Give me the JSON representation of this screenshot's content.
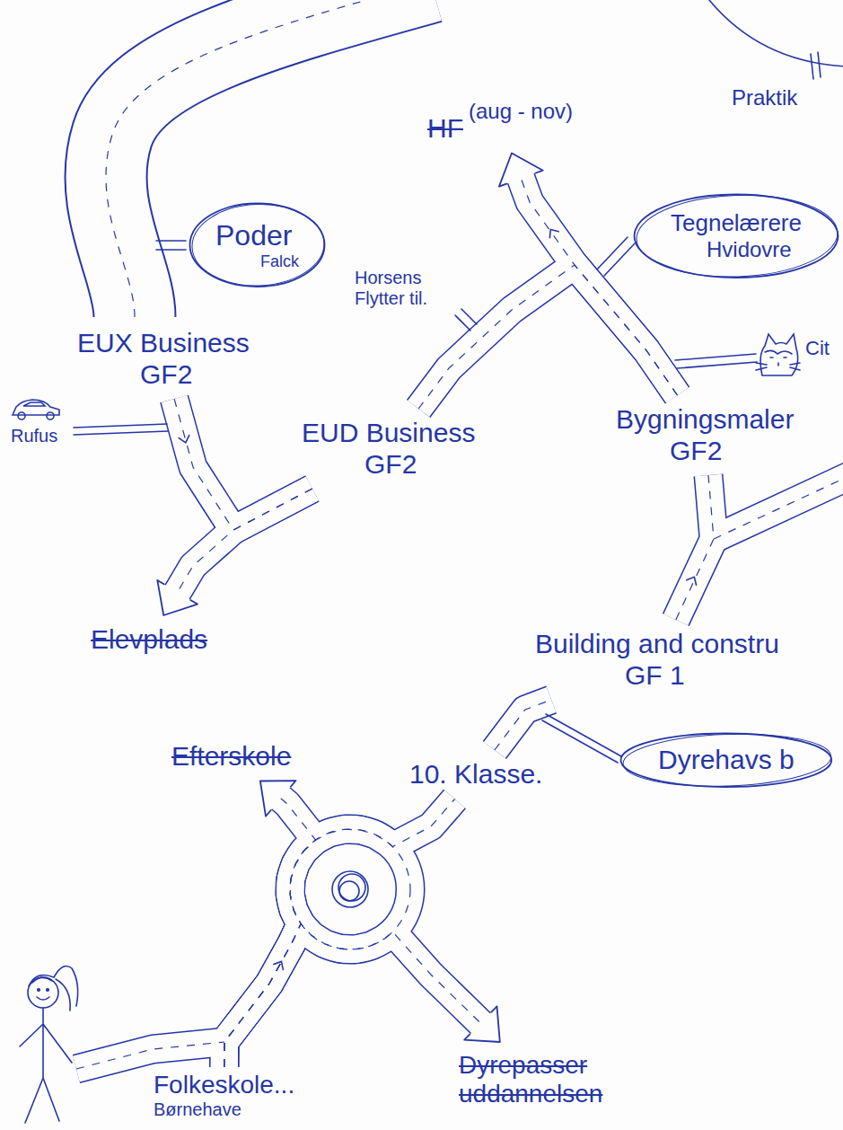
{
  "diagram": {
    "nodes": [
      {
        "text": [
          "HF",
          "(aug - nov)"
        ]
      },
      {
        "text": [
          "Tegnelærere",
          "Hvidovre"
        ]
      },
      {
        "text": [
          "Poder",
          "Falck"
        ]
      },
      {
        "text": [
          "EUX Business",
          "GF2"
        ]
      },
      {
        "text": [
          "EUD Business",
          "GF2"
        ]
      },
      {
        "text": [
          "Bygningsmaler",
          "GF2"
        ]
      },
      {
        "text": [
          "Elevplads"
        ]
      },
      {
        "text": [
          "Building and constru",
          "GF 1"
        ]
      },
      {
        "text": [
          "Efterskole"
        ]
      },
      {
        "text": [
          "10. Klasse."
        ]
      },
      {
        "text": [
          "Dyrehavs b"
        ]
      },
      {
        "text": [
          "Folkeskole...",
          "Børnehave"
        ]
      },
      {
        "text": [
          "Dyrepasser uddannelsen"
        ]
      }
    ],
    "edges": [
      {
        "from": 11,
        "to": 8,
        "arrow": "to"
      },
      {
        "from": 11,
        "to": 9,
        "arrow": "none"
      },
      {
        "from": 11,
        "to": 12,
        "arrow": "to"
      },
      {
        "from": 9,
        "to": 7,
        "arrow": "none"
      },
      {
        "from": 7,
        "to": 5,
        "arrow": "none"
      },
      {
        "from": 5,
        "to": 0,
        "arrow": "to"
      },
      {
        "from": 5,
        "to": 4,
        "arrow": "none"
      },
      {
        "from": 4,
        "to": 3,
        "arrow": "none"
      },
      {
        "from": 4,
        "to": 6,
        "arrow": "to"
      }
    ],
    "labels": [
      "Praktik",
      "Horsens Flytter til.",
      "Rufus",
      "Cit"
    ]
  }
}
